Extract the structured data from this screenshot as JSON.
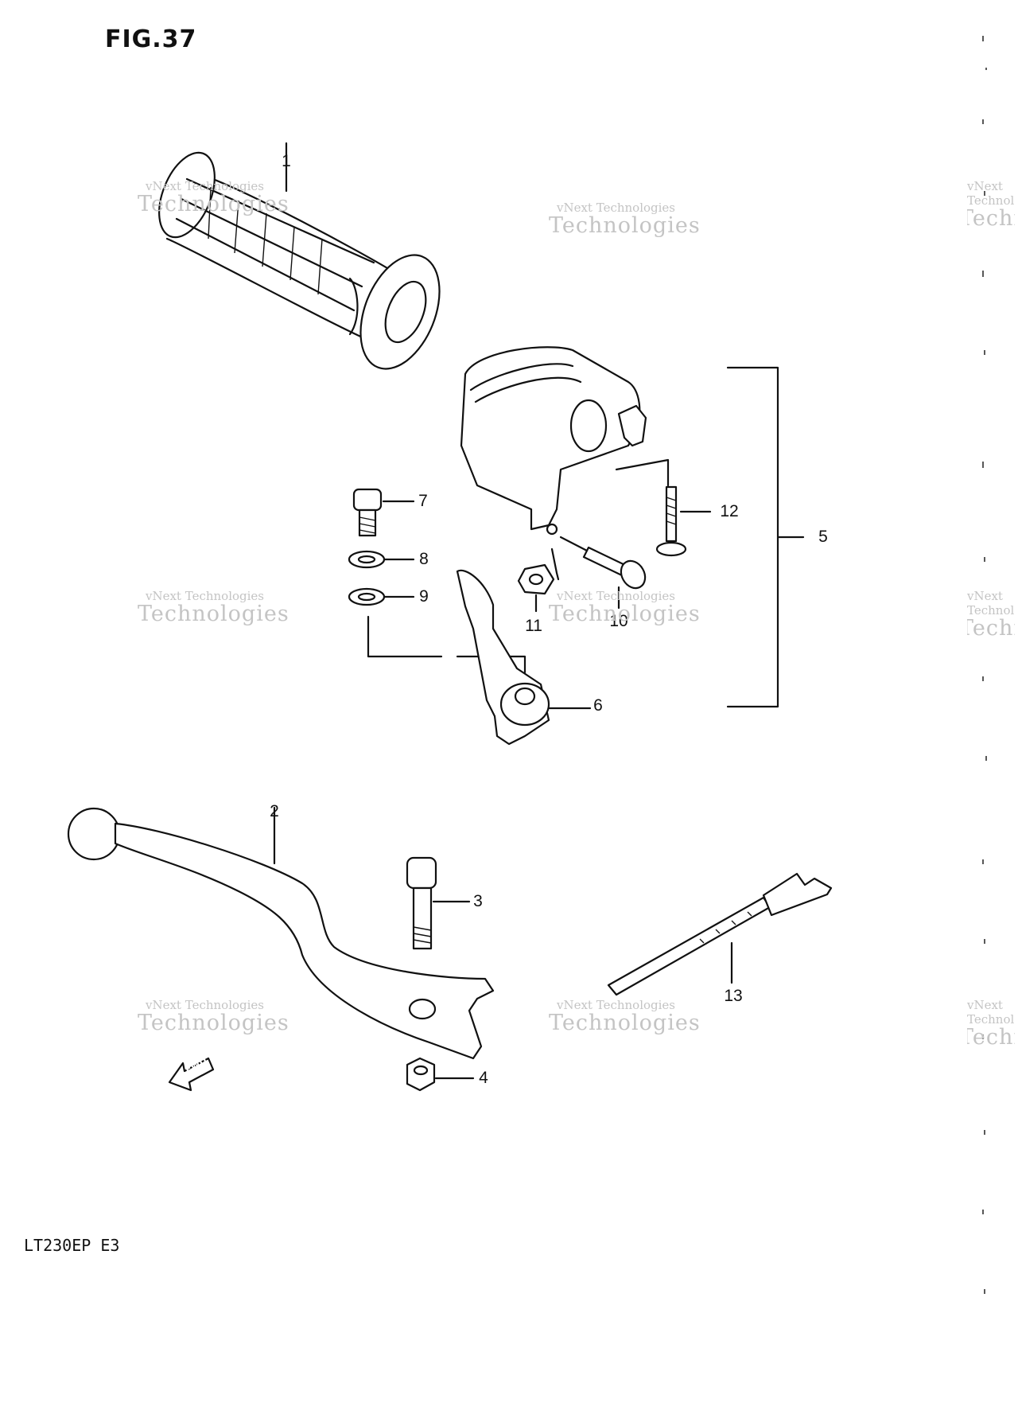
{
  "figure": {
    "title": "FIG.37",
    "model": "LT230EP  E3"
  },
  "callouts": [
    "1",
    "2",
    "3",
    "4",
    "5",
    "6",
    "7",
    "8",
    "9",
    "10",
    "11",
    "12",
    "13"
  ],
  "watermark": {
    "line1": "vNext Technologies",
    "line2": "Technologies",
    "overlay": "vNext"
  },
  "fwd_label": "FWD"
}
